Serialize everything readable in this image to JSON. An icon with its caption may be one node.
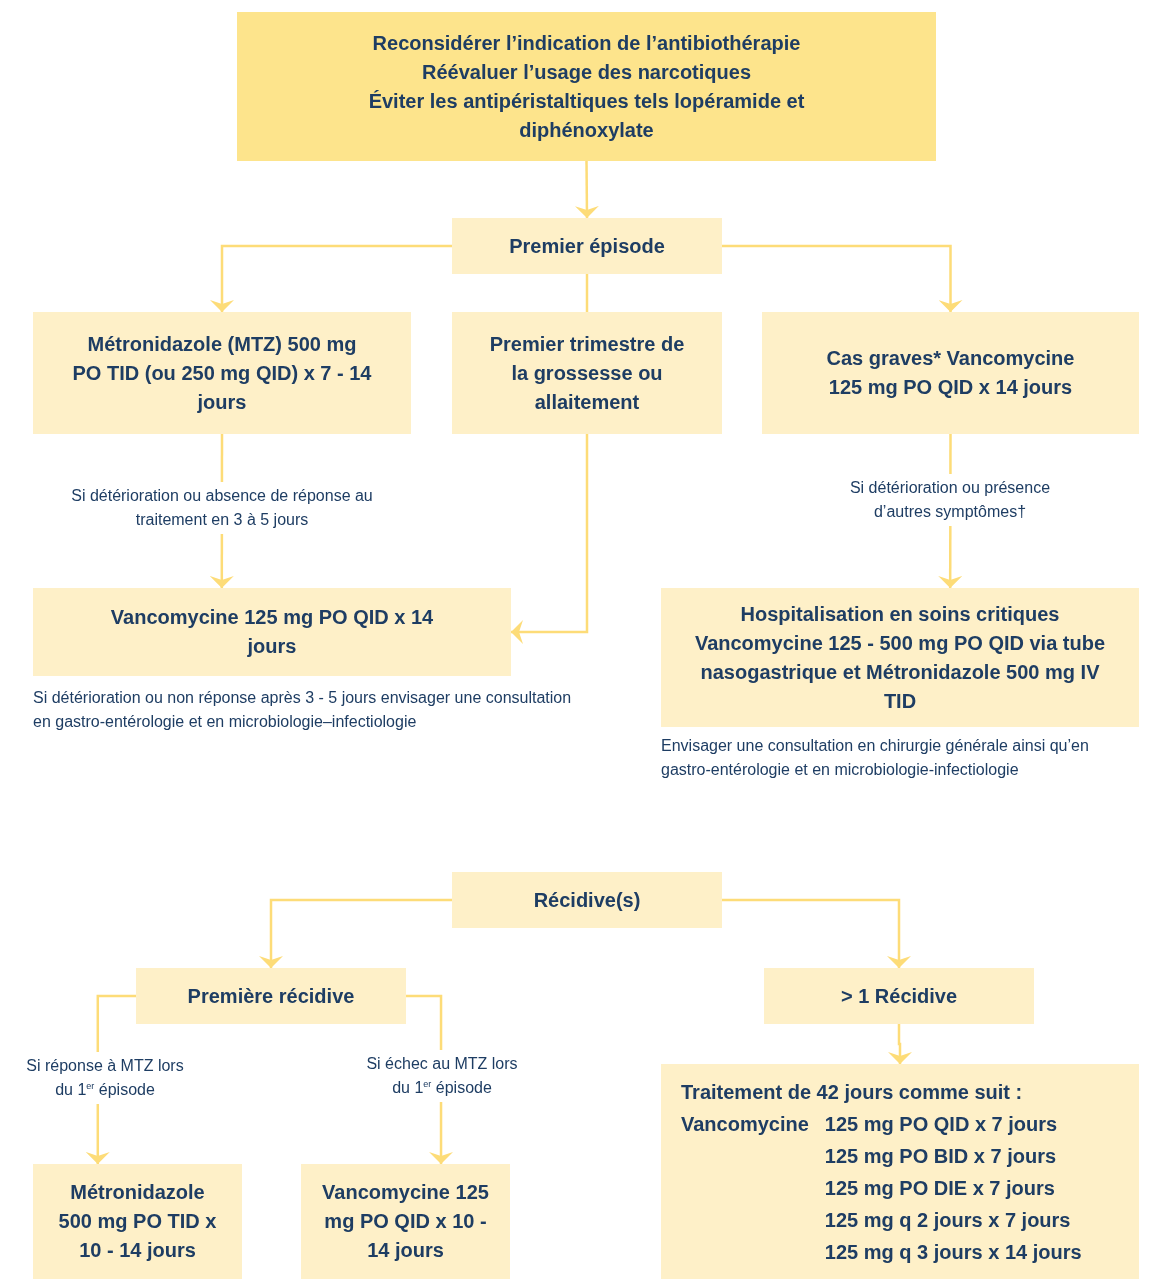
{
  "diagram": {
    "nodes": [
      {
        "text": [
          "Reconsidérer l’indication de l’antibiothérapie",
          "Réévaluer l’usage des narcotiques",
          "Éviter les antipéristaltiques tels lopéramide et diphénoxylate"
        ]
      },
      {
        "text": [
          "Premier épisode"
        ]
      },
      {
        "text": [
          "Métronidazole (MTZ) 500 mg PO TID (ou 250 mg QID) x 7 - 14 jours"
        ]
      },
      {
        "text": [
          "Premier trimestre de la grossesse ou allaitement"
        ]
      },
      {
        "text": [
          "Cas graves* Vancomycine 125 mg PO QID x 14 jours"
        ]
      },
      {
        "text": [
          "Vancomycine 125 mg PO QID x 14 jours"
        ],
        "beside": [
          "Si détérioration ou non réponse après 3 - 5 jours envisager une consultation en gastro-entérologie et en microbiologie–infectiologie"
        ]
      },
      {
        "text": [
          "Hospitalisation en soins critiques Vancomycine 125 - 500 mg PO QID via tube nasogastrique et Métronidazole 500 mg IV TID"
        ],
        "beside": [
          "Envisager une consultation en chirurgie générale ainsi qu’en gastro-entérologie et en microbiologie-infectiologie"
        ]
      },
      {
        "text": [
          "Récidive(s)"
        ]
      },
      {
        "text": [
          "Première récidive"
        ]
      },
      {
        "text": [
          "> 1 Récidive"
        ]
      },
      {
        "text": [
          "Métronidazole 500 mg PO TID x 10 - 14 jours"
        ]
      },
      {
        "text": [
          "Vancomycine 125 mg PO QID x 10 - 14 jours"
        ]
      },
      {
        "text": [
          "Traitement de 42 jours comme suit :",
          "Vancomycine",
          "125 mg PO QID x 7 jours",
          "125 mg PO BID x 7 jours",
          "125 mg PO DIE x 7 jours",
          "125 mg q 2 jours x 7 jours",
          "125 mg q 3 jours x 14 jours"
        ]
      }
    ],
    "edges": [
      {
        "from": 0,
        "to": 1,
        "arrow": "to"
      },
      {
        "from": 1,
        "to": 2,
        "arrow": "to"
      },
      {
        "from": 1,
        "to": 4,
        "arrow": "to"
      },
      {
        "from": 1,
        "to": 3,
        "arrow": "none"
      },
      {
        "from": 3,
        "to": 5,
        "arrow": "to"
      },
      {
        "from": 2,
        "to": 5,
        "arrow": "to",
        "label": "Si détérioration ou absence de réponse au traitement en 3 à 5 jours"
      },
      {
        "from": 4,
        "to": 6,
        "arrow": "to",
        "label": "Si détérioration ou présence d’autres symptômes†"
      },
      {
        "from": 7,
        "to": 8,
        "arrow": "to"
      },
      {
        "from": 7,
        "to": 9,
        "arrow": "to"
      },
      {
        "from": 8,
        "to": 10,
        "arrow": "to",
        "label": "Si réponse à MTZ lors du 1$^{er}$ épisode"
      },
      {
        "from": 8,
        "to": 11,
        "arrow": "to",
        "label": "Si échec au MTZ lors du 1$^{er}$ épisode"
      },
      {
        "from": 9,
        "to": 12,
        "arrow": "to"
      }
    ]
  }
}
